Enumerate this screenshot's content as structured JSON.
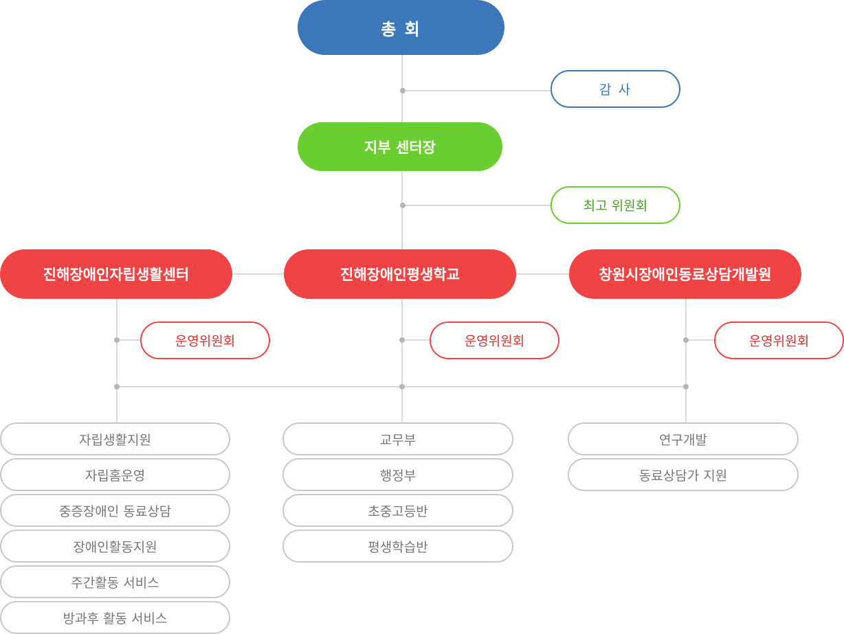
{
  "top": {
    "label": "총 회"
  },
  "audit": {
    "label": "감 사"
  },
  "branch_head": {
    "label": "지부 센터장"
  },
  "top_committee": {
    "label": "최고 위원회"
  },
  "orgs": [
    {
      "label": "진해장애인자립생활센터",
      "committee": "운영위원회",
      "units": [
        "자립생활지원",
        "자립홈운영",
        "중증장애인 동료상담",
        "장애인활동지원",
        "주간활동 서비스",
        "방과후 활동 서비스"
      ]
    },
    {
      "label": "진해장애인평생학교",
      "committee": "운영위원회",
      "units": [
        "교무부",
        "행정부",
        "초중고등반",
        "평생학습반"
      ]
    },
    {
      "label": "창원시장애인동료상담개발원",
      "committee": "운영위원회",
      "units": [
        "연구개발",
        "동료상담가 지원"
      ]
    }
  ],
  "colors": {
    "blue": "#3b77b9",
    "green": "#6acd31",
    "red": "#f04444",
    "line": "#cfcfcf",
    "dot": "#b5b5b5",
    "sub_text": "#777777"
  }
}
